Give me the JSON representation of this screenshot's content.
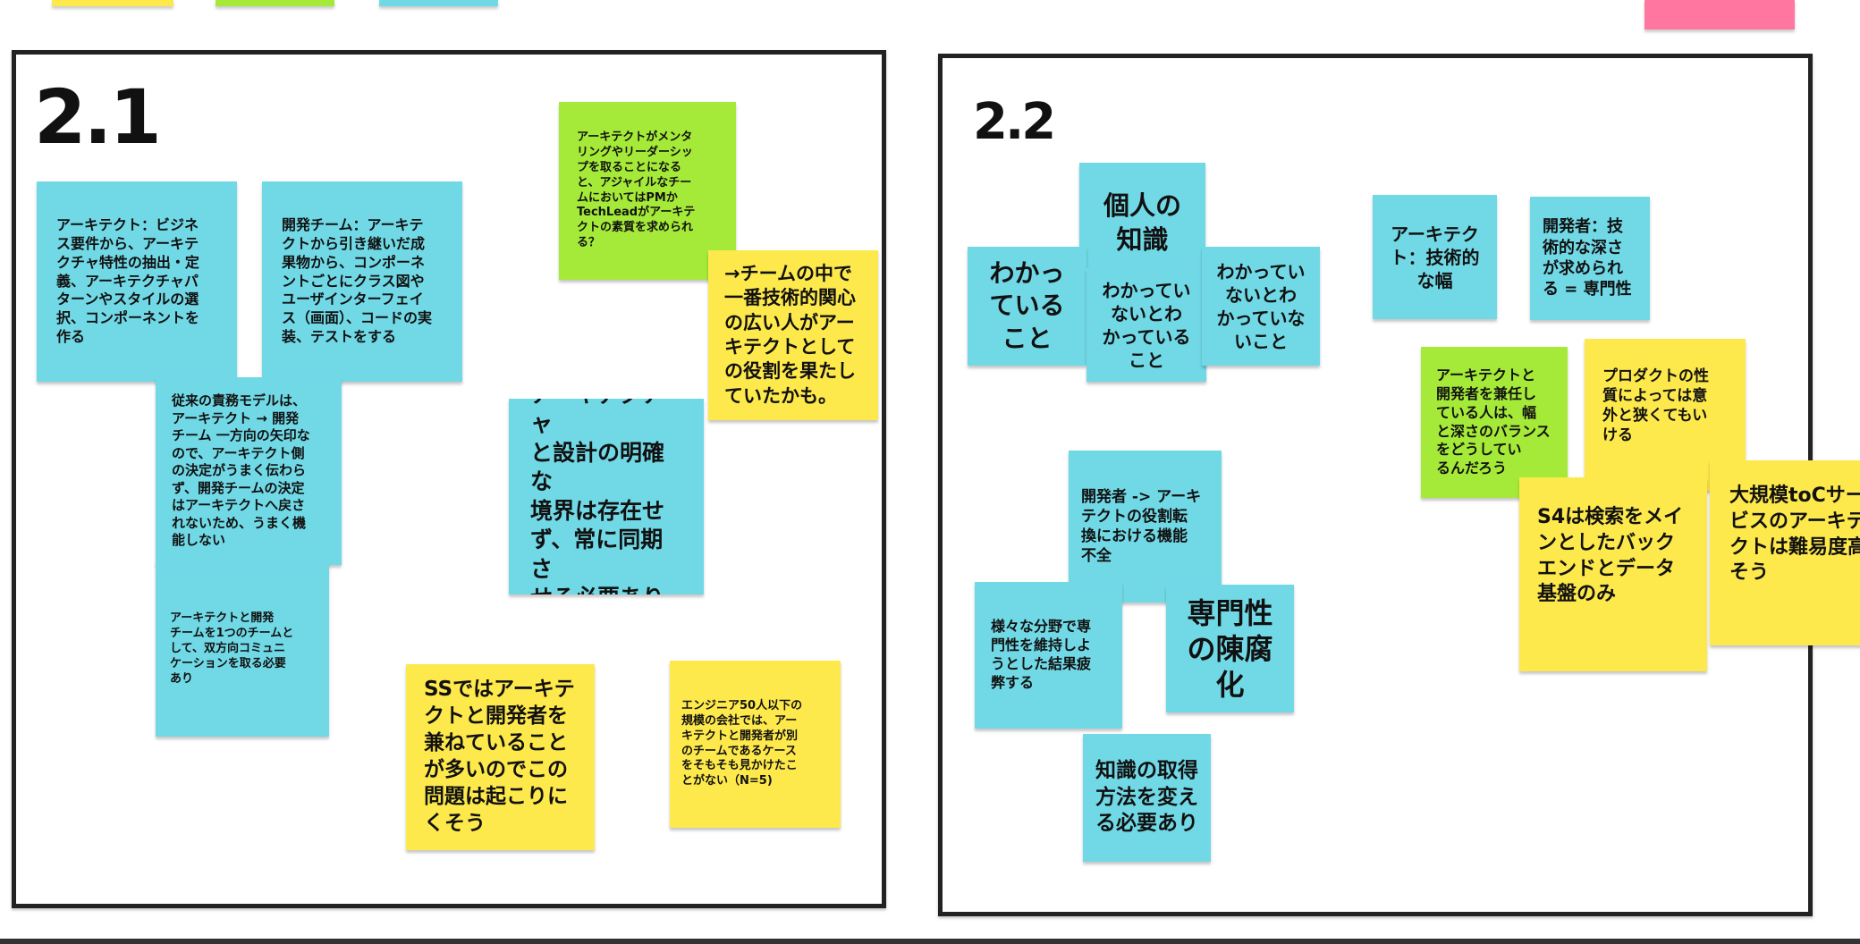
{
  "palette": {
    "yellow": "#fee94c",
    "green": "#a5ea38",
    "cyan": "#71d9e6",
    "pink": "#ff77a1",
    "frame": "#222222"
  },
  "frames": [
    {
      "label": "2.1"
    },
    {
      "label": "2.2"
    }
  ],
  "notes_2_1": [
    {
      "color": "cyan",
      "text": "アーキテクト：ビジネ\nス要件から、アーキテ\nクチャ特性の抽出・定\n義、アーキテクチャパ\nターンやスタイルの選\n択、コンポーネントを\n作る"
    },
    {
      "color": "cyan",
      "text": "開発チーム：アーキテ\nクトから引き継いだ成\n果物から、コンポーネ\nントごとにクラス図や\nユーザインターフェイ\nス（画面）、コードの実\n装、テストをする"
    },
    {
      "color": "cyan",
      "text": "従来の責務モデルは、\nアーキテクト → 開発\nチーム 一方向の矢印な\nので、アーキテクト側\nの決定がうまく伝わら\nず、開発チームの決定\nはアーキテクトへ戻さ\nれないため、うまく機\n能しない"
    },
    {
      "color": "cyan",
      "text": "アーキテクトと開発\nチームを1つのチームと\nして、双方向コミュニ\nケーションを取る必要\nあり"
    },
    {
      "color": "green",
      "text": "アーキテクトがメンタ\nリングやリーダーシッ\nプを取ることになる\nと、アジャイルなチー\nムにおいてはPMか\nTechLeadがアーキテ\nクトの素質を求められ\nる？"
    },
    {
      "color": "yellow",
      "text": "→チームの中で\n一番技術的関心\nの広い人がアー\nキテクトとして\nの役割を果たし\nていたかも。"
    },
    {
      "color": "cyan",
      "text": "アーキテクチャ\nと設計の明確な\n境界は存在せ\nず、常に同期さ\nせる必要あり"
    },
    {
      "color": "yellow",
      "text": "SSではアーキテ\nクトと開発者を\n兼ねていること\nが多いのでこの\n問題は起こりに\nくそう"
    },
    {
      "color": "yellow",
      "text": "エンジニア50人以下の\n規模の会社では、アー\nキテクトと開発者が別\nのチームであるケース\nをそもそも見かけたこ\nとがない（N=5)"
    }
  ],
  "notes_2_2": [
    {
      "color": "cyan",
      "text": "個人の\n知識"
    },
    {
      "color": "cyan",
      "text": "わかっ\nている\nこと"
    },
    {
      "color": "cyan",
      "text": "わかってい\nないとわ\nかっている\nこと"
    },
    {
      "color": "cyan",
      "text": "わかってい\nないとわ\nかっていな\nいこと"
    },
    {
      "color": "cyan",
      "text": "開発者 -> アーキ\nテクトの役割転\n換における機能\n不全"
    },
    {
      "color": "cyan",
      "text": "様々な分野で専\n門性を維持しよ\nうとした結果疲\n弊する"
    },
    {
      "color": "cyan",
      "text": "専門性\nの陳腐\n化"
    },
    {
      "color": "cyan",
      "text": "知識の取得\n方法を変え\nる必要あり"
    },
    {
      "color": "cyan",
      "text": "アーキテク\nト：技術的\nな幅"
    },
    {
      "color": "cyan",
      "text": "開発者：技\n術的な深さ\nが求められ\nる = 専門性"
    },
    {
      "color": "green",
      "text": "アーキテクトと\n開発者を兼任し\nている人は、幅\nと深さのバランス\nをどうしてい\nるんだろう"
    },
    {
      "color": "yellow",
      "text": "プロダクトの性\n質によっては意\n外と狭くてもい\nける"
    },
    {
      "color": "yellow",
      "text": "S4は検索をメイ\nンとしたバック\nエンドとデータ\n基盤のみ"
    },
    {
      "color": "yellow",
      "text": "大規模toCサー\nビスのアーキテ\nクトは難易度高\nそう"
    }
  ]
}
